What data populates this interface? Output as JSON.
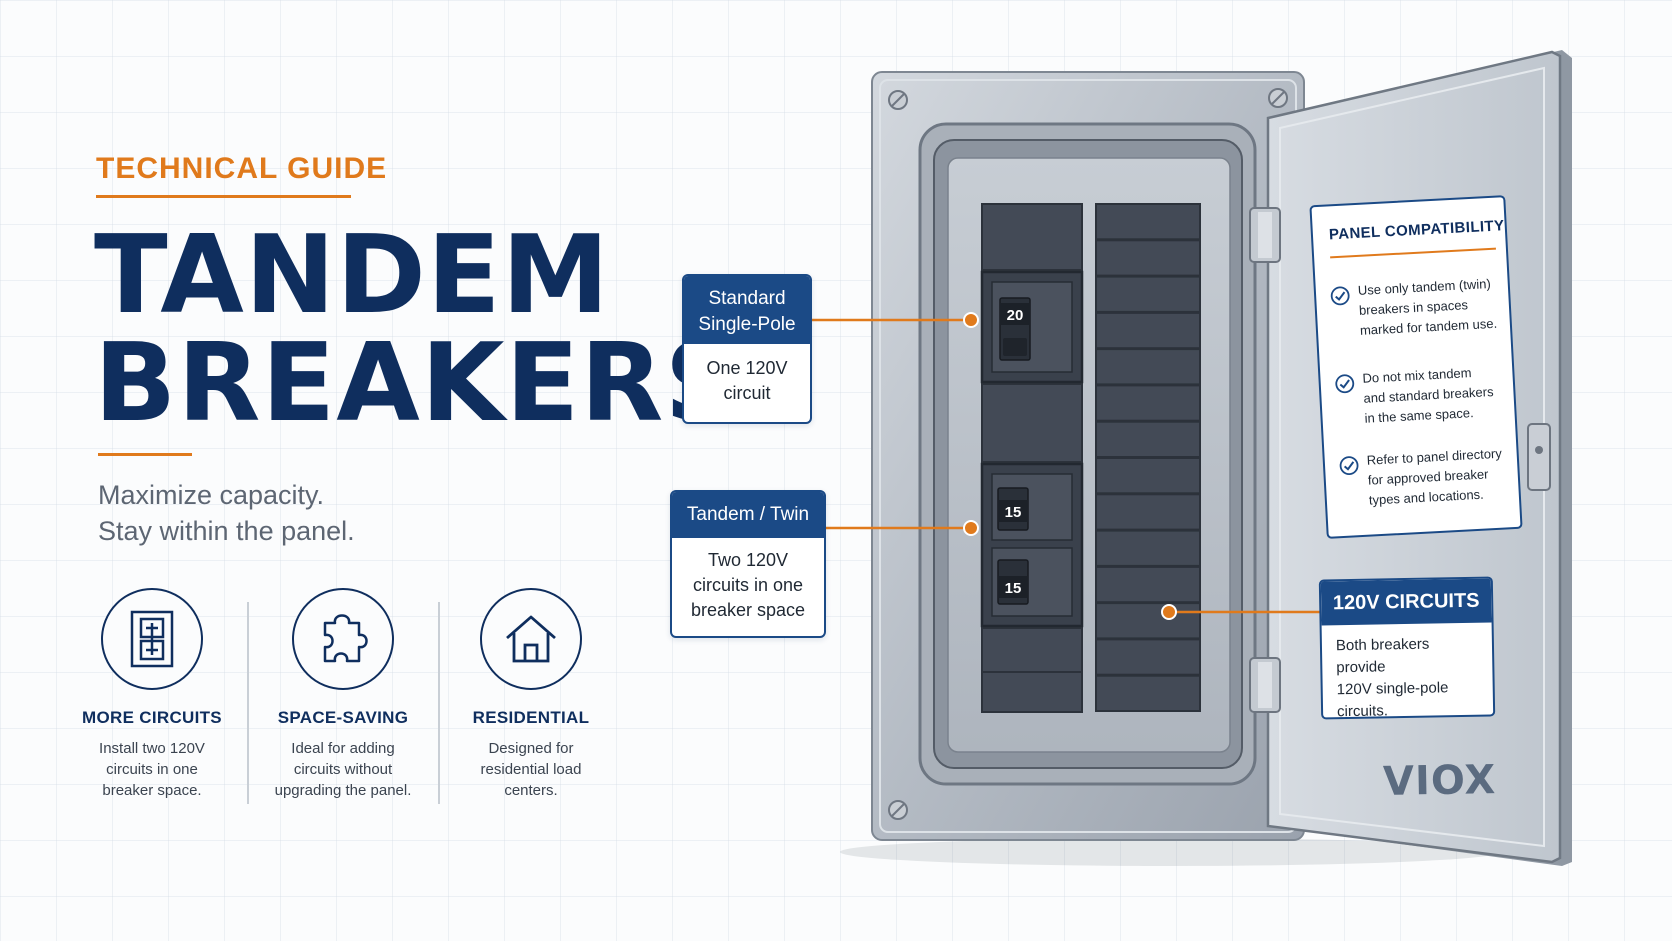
{
  "header": {
    "eyebrow": "TECHNICAL GUIDE",
    "title_line_1": "TANDEM",
    "title_line_2": "BREAKERS",
    "subtitle_line_1": "Maximize capacity.",
    "subtitle_line_2": "Stay within the panel."
  },
  "features": [
    {
      "title": "MORE CIRCUITS",
      "desc_lines": [
        "Install two 120V",
        "circuits in one",
        "breaker space."
      ],
      "icon": "tandem-breaker-icon"
    },
    {
      "title": "SPACE-SAVING",
      "desc_lines": [
        "Ideal for adding",
        "circuits without",
        "upgrading the panel."
      ],
      "icon": "puzzle-piece-icon"
    },
    {
      "title": "RESIDENTIAL",
      "desc_lines": [
        "Designed for",
        "residential load",
        "centers."
      ],
      "icon": "house-icon"
    }
  ],
  "callouts": {
    "single_pole": {
      "title_lines": [
        "Standard",
        "Single-Pole"
      ],
      "desc_lines": [
        "One 120V",
        "circuit"
      ]
    },
    "tandem": {
      "title": "Tandem / Twin",
      "desc_lines": [
        "Two 120V",
        "circuits in one",
        "breaker space"
      ]
    }
  },
  "panel": {
    "breakers": [
      {
        "type": "single-pole",
        "rating": "20"
      },
      {
        "type": "tandem-upper",
        "rating": "15"
      },
      {
        "type": "tandem-lower",
        "rating": "15"
      }
    ]
  },
  "door": {
    "compatibility": {
      "title": "PANEL COMPATIBILITY",
      "items": [
        [
          "Use only tandem (twin)",
          "breakers in spaces",
          "marked for tandem use."
        ],
        [
          "Do not mix tandem",
          "and standard breakers",
          "in the same space."
        ],
        [
          "Refer to panel directory",
          "for approved breaker",
          "types and locations."
        ]
      ]
    },
    "circuits_card": {
      "title": "120V CIRCUITS",
      "desc_lines": [
        "Both breakers provide",
        "120V single-pole",
        "circuits."
      ]
    },
    "logo": "VIOX"
  },
  "colors": {
    "navy": "#0f2e5e",
    "accent_orange": "#e07a1c",
    "callout_blue": "#1b4a86",
    "panel_steel": "#b8bfc8",
    "breaker_dark": "#3e4552"
  }
}
